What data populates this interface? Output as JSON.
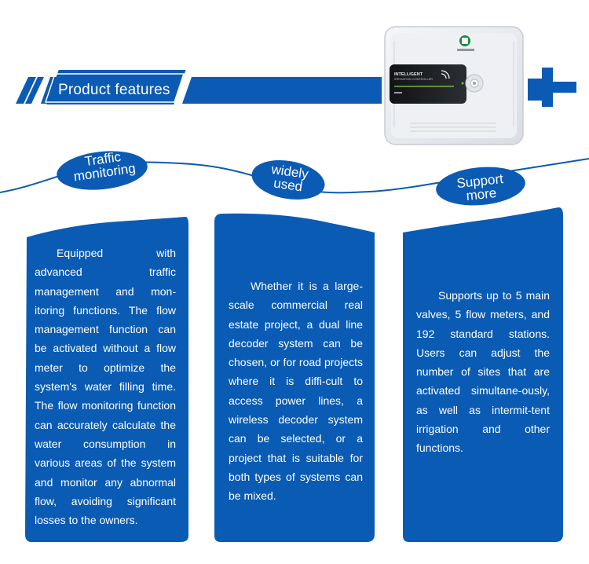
{
  "header": {
    "title": "Product features"
  },
  "device": {
    "screen_line1": "INTELLIGENT",
    "screen_line2": "IRRIGATION CONTROLLER"
  },
  "badges": [
    {
      "line1": "Traffic",
      "line2": "monitoring"
    },
    {
      "line1": "widely",
      "line2": "used"
    },
    {
      "line1": "Support",
      "line2": "more"
    }
  ],
  "cards": [
    {
      "text": "Equipped with advanced traffic management and mon-itoring functions. The flow management function can be activated without a flow meter to optimize the system's water filling time. The flow monitoring function can accurately calculate the water consumption in various areas of the system and monitor any abnormal flow, avoiding significant losses to the owners."
    },
    {
      "text": "Whether it is a large-scale commercial real estate project, a dual line decoder system can be chosen, or for road projects where it is diffi-cult to access power lines, a wireless decoder system can be selected, or a project that is suitable for both types of systems can be mixed."
    },
    {
      "text": "Supports up to 5 main valves, 5 flow meters, and 192 standard stations. Users can adjust the number of sites that are activated simultane-ously, as well as intermit-tent irrigation and other functions."
    }
  ],
  "colors": {
    "brand_blue": "#0b5bb5",
    "card_blue": "#0a5bb3",
    "device_gray": "#e9ecef",
    "device_screen": "#1a1d1f",
    "accent_green": "#8ad13a"
  }
}
